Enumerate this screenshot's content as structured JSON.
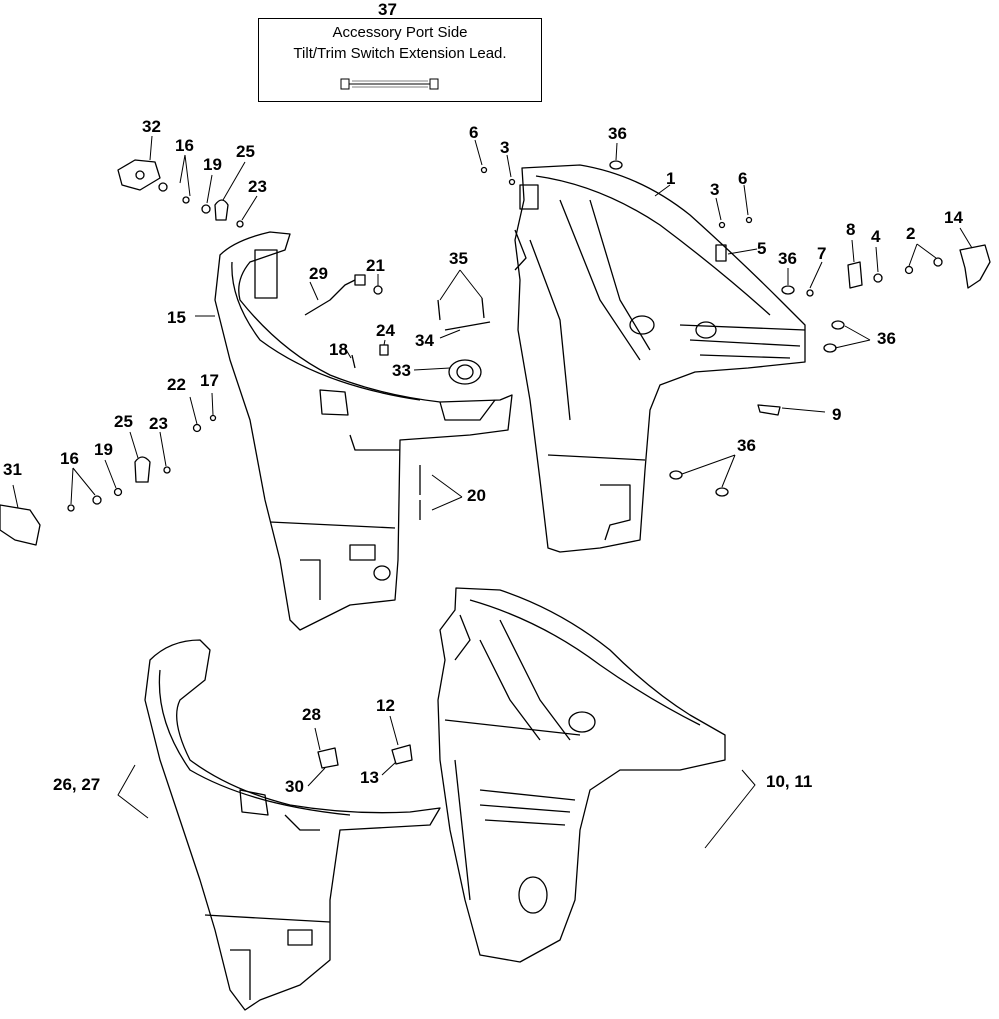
{
  "callout": {
    "number": "37",
    "line1": "Accessory Port Side",
    "line2": "Tilt/Trim Switch Extension Lead."
  },
  "callouts": [
    {
      "id": "c1",
      "text": "1"
    },
    {
      "id": "c2",
      "text": "2"
    },
    {
      "id": "c3a",
      "text": "3"
    },
    {
      "id": "c3b",
      "text": "3"
    },
    {
      "id": "c4",
      "text": "4"
    },
    {
      "id": "c5",
      "text": "5"
    },
    {
      "id": "c6a",
      "text": "6"
    },
    {
      "id": "c6b",
      "text": "6"
    },
    {
      "id": "c7",
      "text": "7"
    },
    {
      "id": "c8",
      "text": "8"
    },
    {
      "id": "c9",
      "text": "9"
    },
    {
      "id": "c1011",
      "text": "10, 11"
    },
    {
      "id": "c12",
      "text": "12"
    },
    {
      "id": "c13",
      "text": "13"
    },
    {
      "id": "c14",
      "text": "14"
    },
    {
      "id": "c15",
      "text": "15"
    },
    {
      "id": "c16a",
      "text": "16"
    },
    {
      "id": "c16b",
      "text": "16"
    },
    {
      "id": "c17",
      "text": "17"
    },
    {
      "id": "c18",
      "text": "18"
    },
    {
      "id": "c19a",
      "text": "19"
    },
    {
      "id": "c19b",
      "text": "19"
    },
    {
      "id": "c20",
      "text": "20"
    },
    {
      "id": "c21",
      "text": "21"
    },
    {
      "id": "c22",
      "text": "22"
    },
    {
      "id": "c23a",
      "text": "23"
    },
    {
      "id": "c23b",
      "text": "23"
    },
    {
      "id": "c24",
      "text": "24"
    },
    {
      "id": "c25a",
      "text": "25"
    },
    {
      "id": "c25b",
      "text": "25"
    },
    {
      "id": "c2627",
      "text": "26, 27"
    },
    {
      "id": "c28",
      "text": "28"
    },
    {
      "id": "c29",
      "text": "29"
    },
    {
      "id": "c30",
      "text": "30"
    },
    {
      "id": "c31",
      "text": "31"
    },
    {
      "id": "c32",
      "text": "32"
    },
    {
      "id": "c33",
      "text": "33"
    },
    {
      "id": "c34",
      "text": "34"
    },
    {
      "id": "c35",
      "text": "35"
    },
    {
      "id": "c36a",
      "text": "36"
    },
    {
      "id": "c36b",
      "text": "36"
    },
    {
      "id": "c36c",
      "text": "36"
    },
    {
      "id": "c36d",
      "text": "36"
    }
  ]
}
